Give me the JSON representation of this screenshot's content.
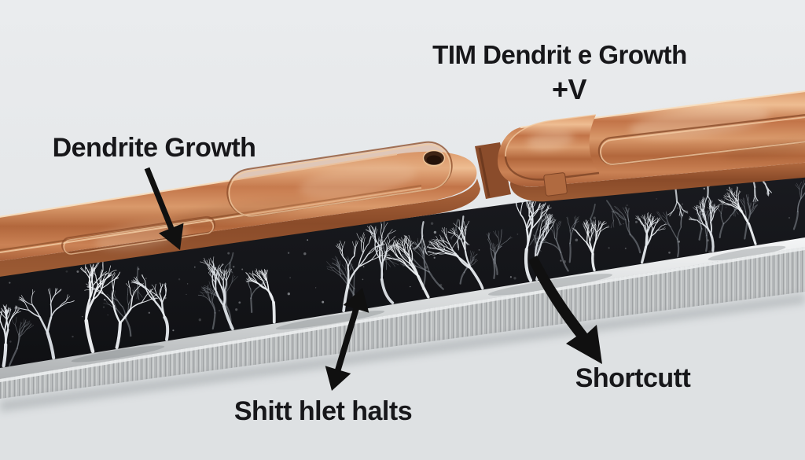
{
  "labels": {
    "top_line1": "TIM Dendrit e Growth",
    "top_line2": "+V",
    "left": "Dendrite Growth",
    "bottom_right": "Shortcutt",
    "bottom_center": "Shitt hlet halts"
  },
  "colors": {
    "background": "#e7e9eb",
    "foreground": "#dee1e3",
    "text": "#17171a",
    "arrow": "#101010",
    "copper": "#c87f52",
    "copper_light": "#eebd92",
    "copper_dark": "#8a4b29",
    "dendrite_layer": "#15161a",
    "dendrite": "#e4e8ec",
    "dendrite_dim": "#868c93",
    "substrate": "#c1c4c5",
    "substrate_stripe_dark": "#9fa2a4",
    "substrate_stripe_light": "#d9dbdc"
  }
}
